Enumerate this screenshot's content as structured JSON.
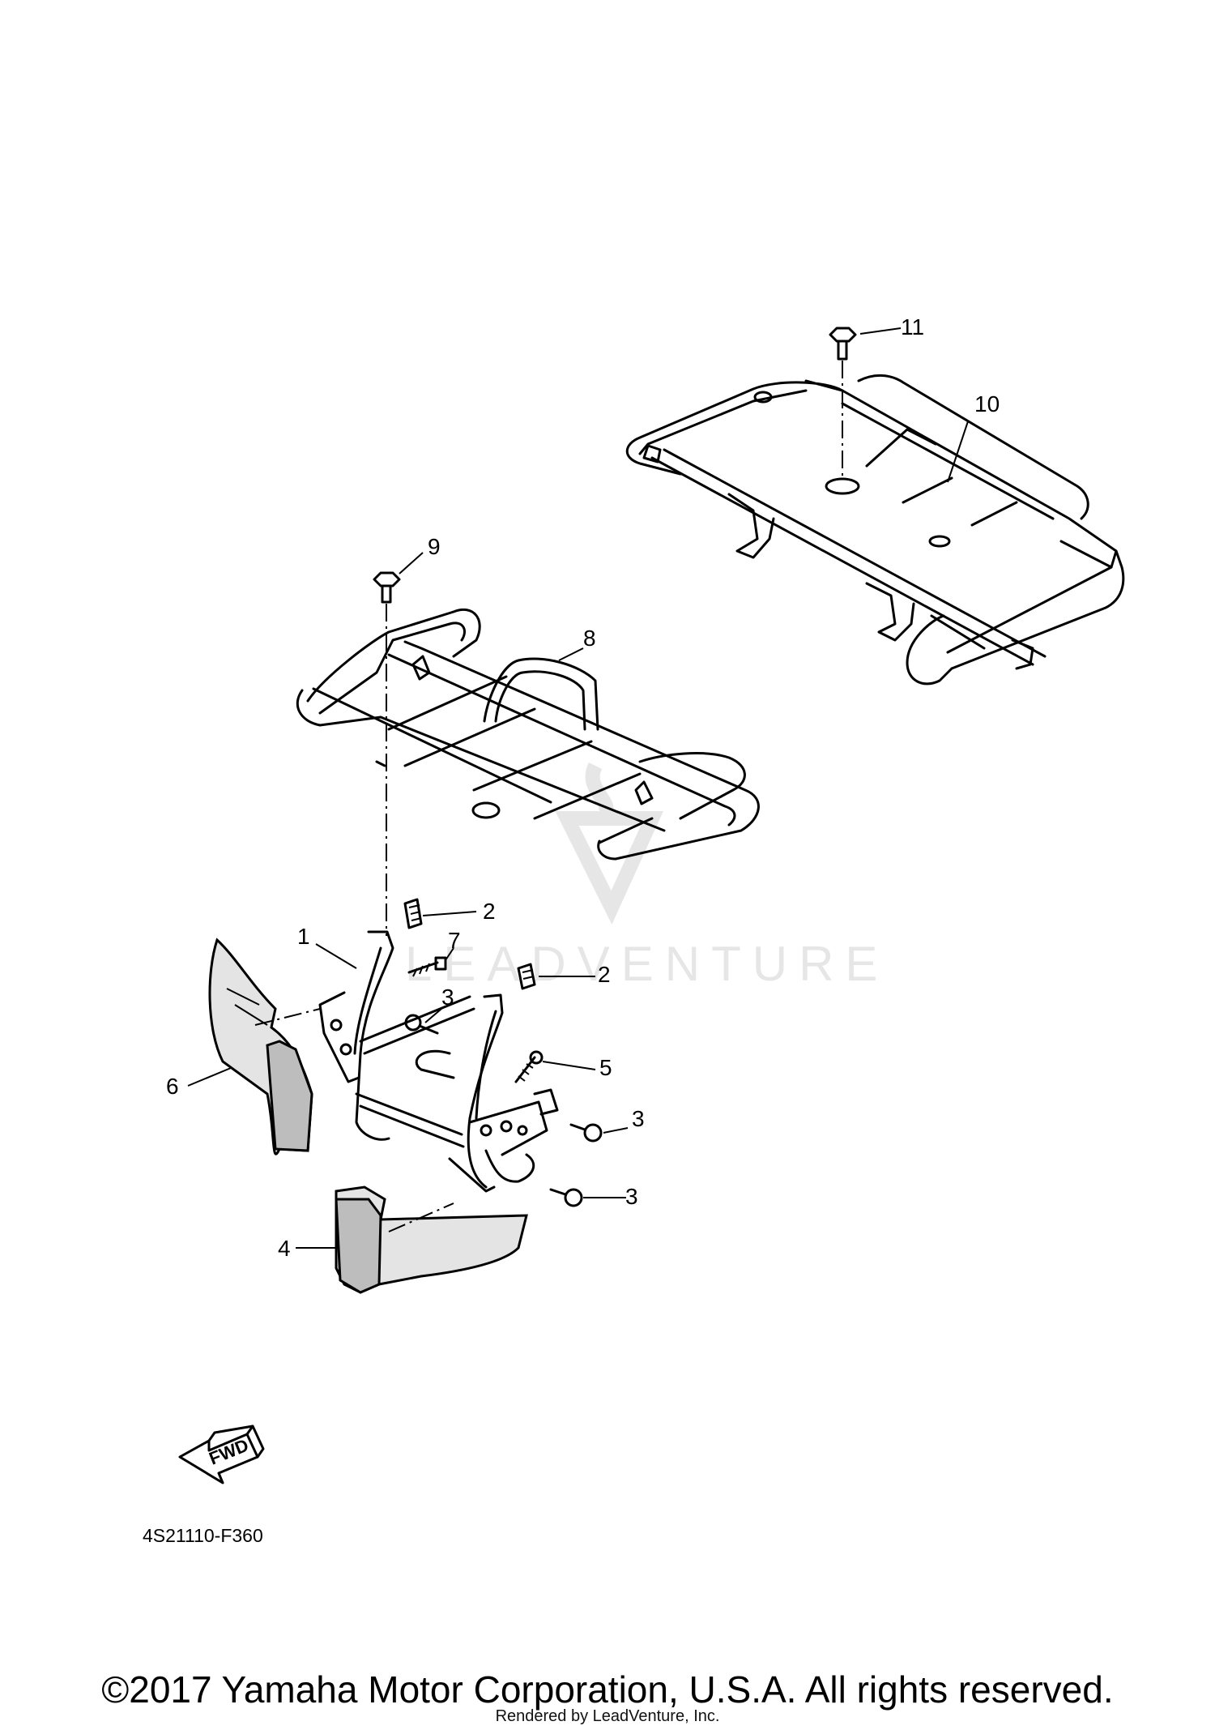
{
  "diagram": {
    "figure_code": "4S21110-F360",
    "fwd_label": "FWD",
    "watermark": "LEADVENTURE",
    "callouts": [
      "1",
      "2",
      "2",
      "3",
      "3",
      "3",
      "4",
      "5",
      "6",
      "7",
      "8",
      "9",
      "10",
      "11"
    ]
  },
  "footer": {
    "copyright": "©2017 Yamaha Motor Corporation, U.S.A. All rights reserved.",
    "rendered_by": "Rendered by LeadVenture, Inc."
  }
}
